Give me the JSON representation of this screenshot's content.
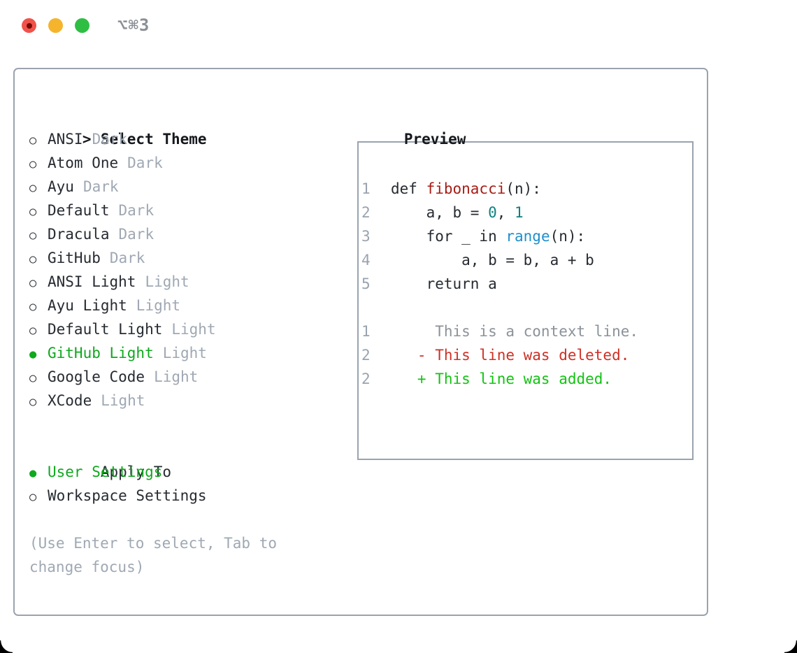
{
  "window": {
    "title": "⌥⌘3",
    "traffic_lights": [
      "close",
      "minimize",
      "zoom"
    ]
  },
  "icons": {
    "radio_unselected": "○",
    "radio_selected": "●"
  },
  "theme_picker": {
    "prompt": ">",
    "title": "Select Theme",
    "items": [
      {
        "name": "ANSI",
        "variant": "Dark",
        "selected": false
      },
      {
        "name": "Atom One",
        "variant": "Dark",
        "selected": false
      },
      {
        "name": "Ayu",
        "variant": "Dark",
        "selected": false
      },
      {
        "name": "Default",
        "variant": "Dark",
        "selected": false
      },
      {
        "name": "Dracula",
        "variant": "Dark",
        "selected": false
      },
      {
        "name": "GitHub",
        "variant": "Dark",
        "selected": false
      },
      {
        "name": "ANSI Light",
        "variant": "Light",
        "selected": false
      },
      {
        "name": "Ayu Light",
        "variant": "Light",
        "selected": false
      },
      {
        "name": "Default Light",
        "variant": "Light",
        "selected": false
      },
      {
        "name": "GitHub Light",
        "variant": "Light",
        "selected": true
      },
      {
        "name": "Google Code",
        "variant": "Light",
        "selected": false
      },
      {
        "name": "XCode",
        "variant": "Light",
        "selected": false
      }
    ],
    "apply_to": {
      "title": "Apply To",
      "options": [
        {
          "label": "User Settings",
          "selected": true
        },
        {
          "label": "Workspace Settings",
          "selected": false
        }
      ]
    },
    "hint_lines": [
      "(Use Enter to select, Tab to",
      "change focus)"
    ]
  },
  "preview": {
    "title": "Preview",
    "lines": [
      {
        "num": "1",
        "segments": [
          {
            "t": "def ",
            "c": "ink"
          },
          {
            "t": "fibonacci",
            "c": "func"
          },
          {
            "t": "(n):",
            "c": "ink"
          }
        ]
      },
      {
        "num": "2",
        "segments": [
          {
            "t": "    a, b = ",
            "c": "ink"
          },
          {
            "t": "0",
            "c": "num"
          },
          {
            "t": ", ",
            "c": "ink"
          },
          {
            "t": "1",
            "c": "num"
          }
        ]
      },
      {
        "num": "3",
        "segments": [
          {
            "t": "    for _ in ",
            "c": "ink"
          },
          {
            "t": "range",
            "c": "call"
          },
          {
            "t": "(n):",
            "c": "ink"
          }
        ]
      },
      {
        "num": "4",
        "segments": [
          {
            "t": "        a, b = b, a + b",
            "c": "ink"
          }
        ]
      },
      {
        "num": "5",
        "segments": [
          {
            "t": "    return a",
            "c": "ink"
          }
        ]
      },
      {
        "num": "",
        "segments": []
      },
      {
        "num": "1",
        "segments": [
          {
            "t": "     This is a context line.",
            "c": "ctx"
          }
        ]
      },
      {
        "num": "2",
        "segments": [
          {
            "t": "   - This line was deleted.",
            "c": "del"
          }
        ]
      },
      {
        "num": "2",
        "segments": [
          {
            "t": "   + This line was added.",
            "c": "add"
          }
        ]
      }
    ]
  },
  "colors": {
    "ink": "#262b31",
    "heading": "#15181c",
    "muted": "#9fa8b3",
    "line_number": "#99a3af",
    "border": "#9aa3ad",
    "green": "#10a81e",
    "func": "#a61d14",
    "num": "#0d8080",
    "call": "#1f8fcb",
    "ctx": "#8b9299",
    "del": "#ce3025",
    "add": "#12c312",
    "title_gray": "#8b9096",
    "traffic_close": "#f0524a",
    "traffic_close_dot": "#750b04",
    "traffic_minimize": "#f6b42c",
    "traffic_zoom": "#2fbe44"
  }
}
